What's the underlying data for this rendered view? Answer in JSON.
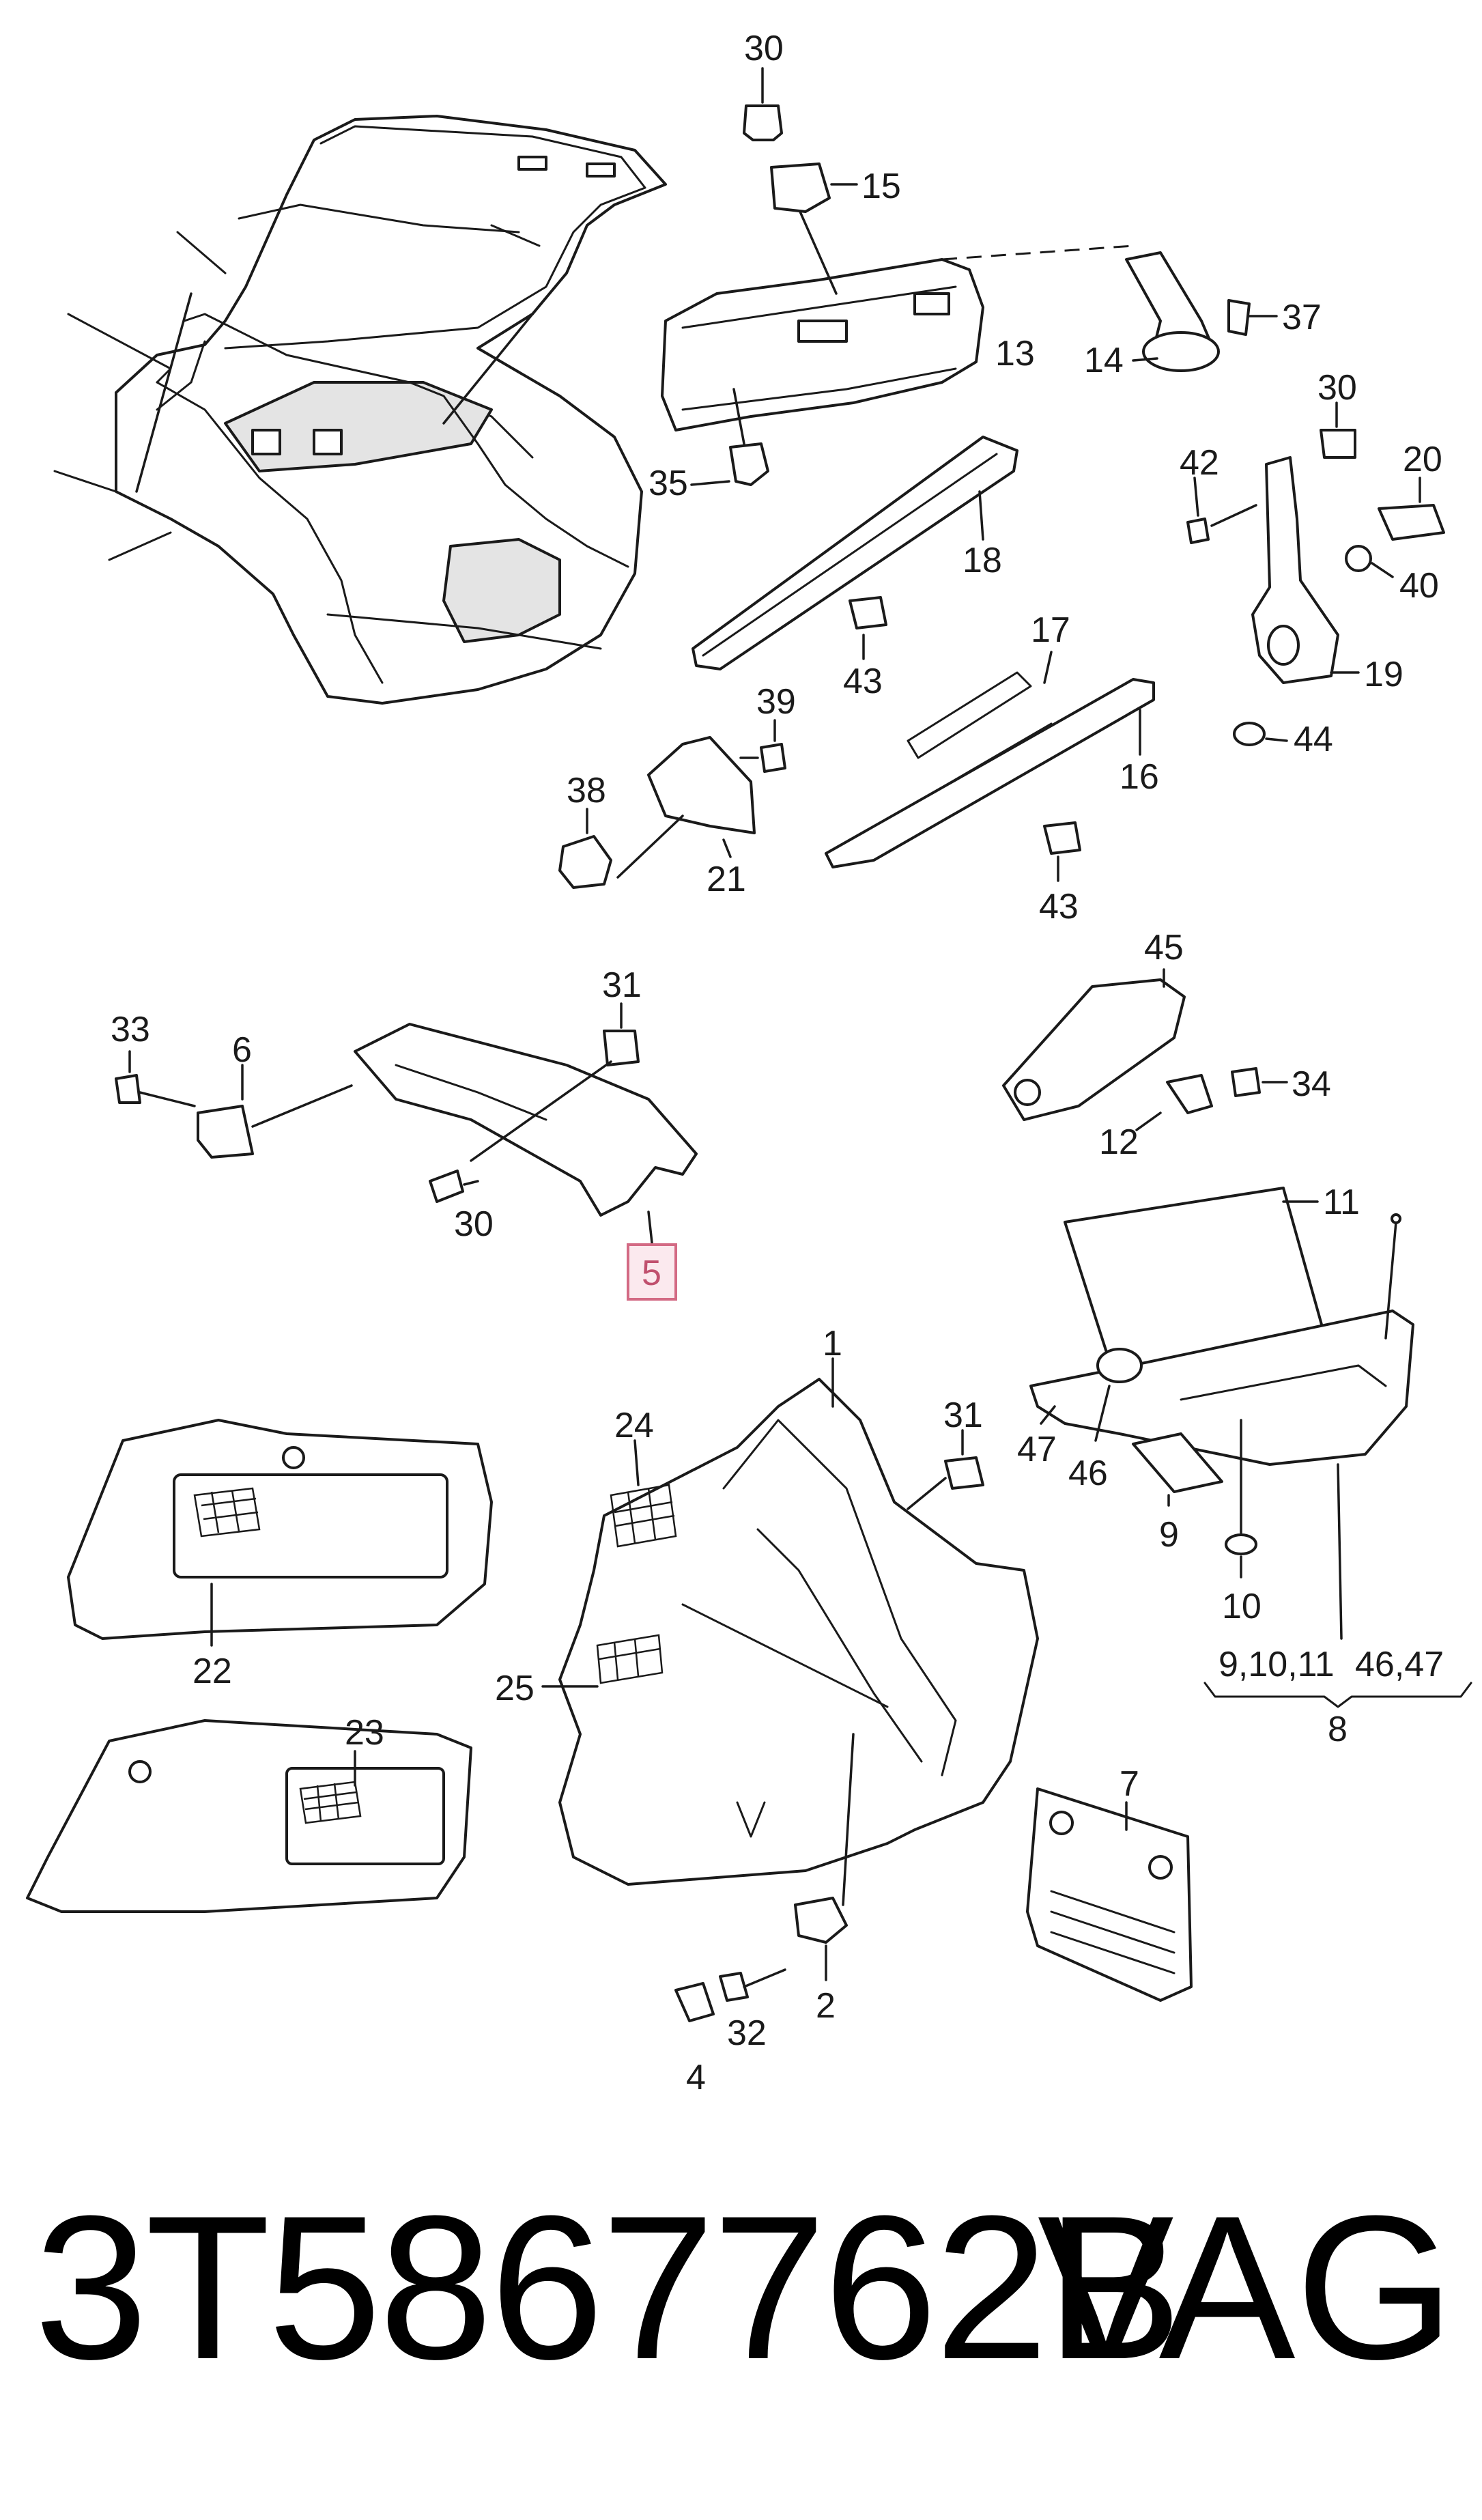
{
  "diagram": {
    "callouts": {
      "c1": "1",
      "c2": "2",
      "c4": "4",
      "c5": "5",
      "c6": "6",
      "c7": "7",
      "c8": "8",
      "c9": "9",
      "c10": "10",
      "c11": "11",
      "c12": "12",
      "c13": "13",
      "c14": "14",
      "c15": "15",
      "c16": "16",
      "c17": "17",
      "c18": "18",
      "c19": "19",
      "c20": "20",
      "c21": "21",
      "c22": "22",
      "c23": "23",
      "c24": "24",
      "c25": "25",
      "c30a": "30",
      "c30b": "30",
      "c30c": "30",
      "c31a": "31",
      "c31b": "31",
      "c32": "32",
      "c33": "33",
      "c34": "34",
      "c35": "35",
      "c37": "37",
      "c38": "38",
      "c39": "39",
      "c40": "40",
      "c42": "42",
      "c43a": "43",
      "c43b": "43",
      "c44": "44",
      "c45": "45",
      "c46": "46",
      "c47": "47",
      "group_left": "9,10,11",
      "group_right": "46,47"
    },
    "highlighted_callout": "5",
    "highlight_color": "#d36a84"
  },
  "footer": {
    "part_number": "3T5867762B",
    "brand": "VAG"
  }
}
